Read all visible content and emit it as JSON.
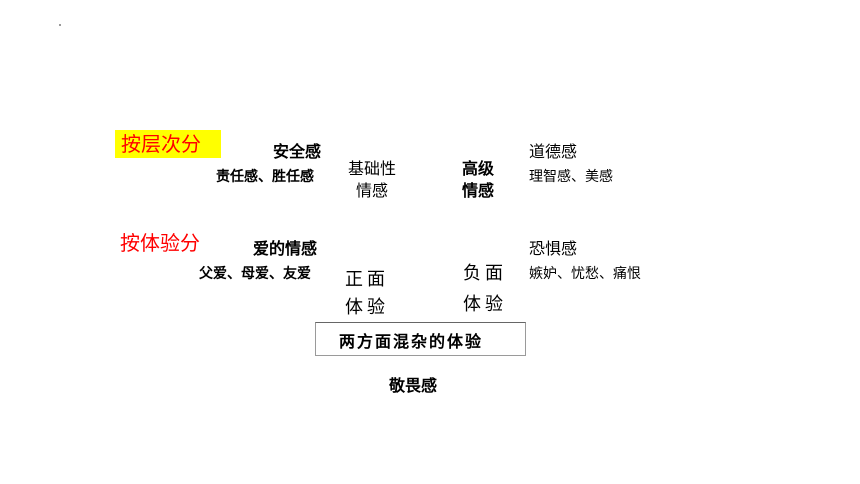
{
  "labels": {
    "by_level": "按层次分",
    "by_experience": "按体验分"
  },
  "level": {
    "basic_label": "基础性\n情感",
    "high_label": "高级\n情感",
    "left_title": "安全感",
    "left_items": "责任感、胜任感",
    "right_title": "道德感",
    "right_items": "理智感、美感"
  },
  "experience": {
    "positive_label": "正面\n体验",
    "negative_label": "负面\n体验",
    "left_title": "爱的情感",
    "left_items": "父爱、母爱、友爱",
    "right_title": "恐惧感",
    "right_items": "嫉妒、忧愁、痛恨",
    "mixed_label": "两方面混杂的体验",
    "mixed_item": "敬畏感"
  },
  "colors": {
    "highlight": "#ffff00",
    "accent_red": "#ff0000"
  }
}
